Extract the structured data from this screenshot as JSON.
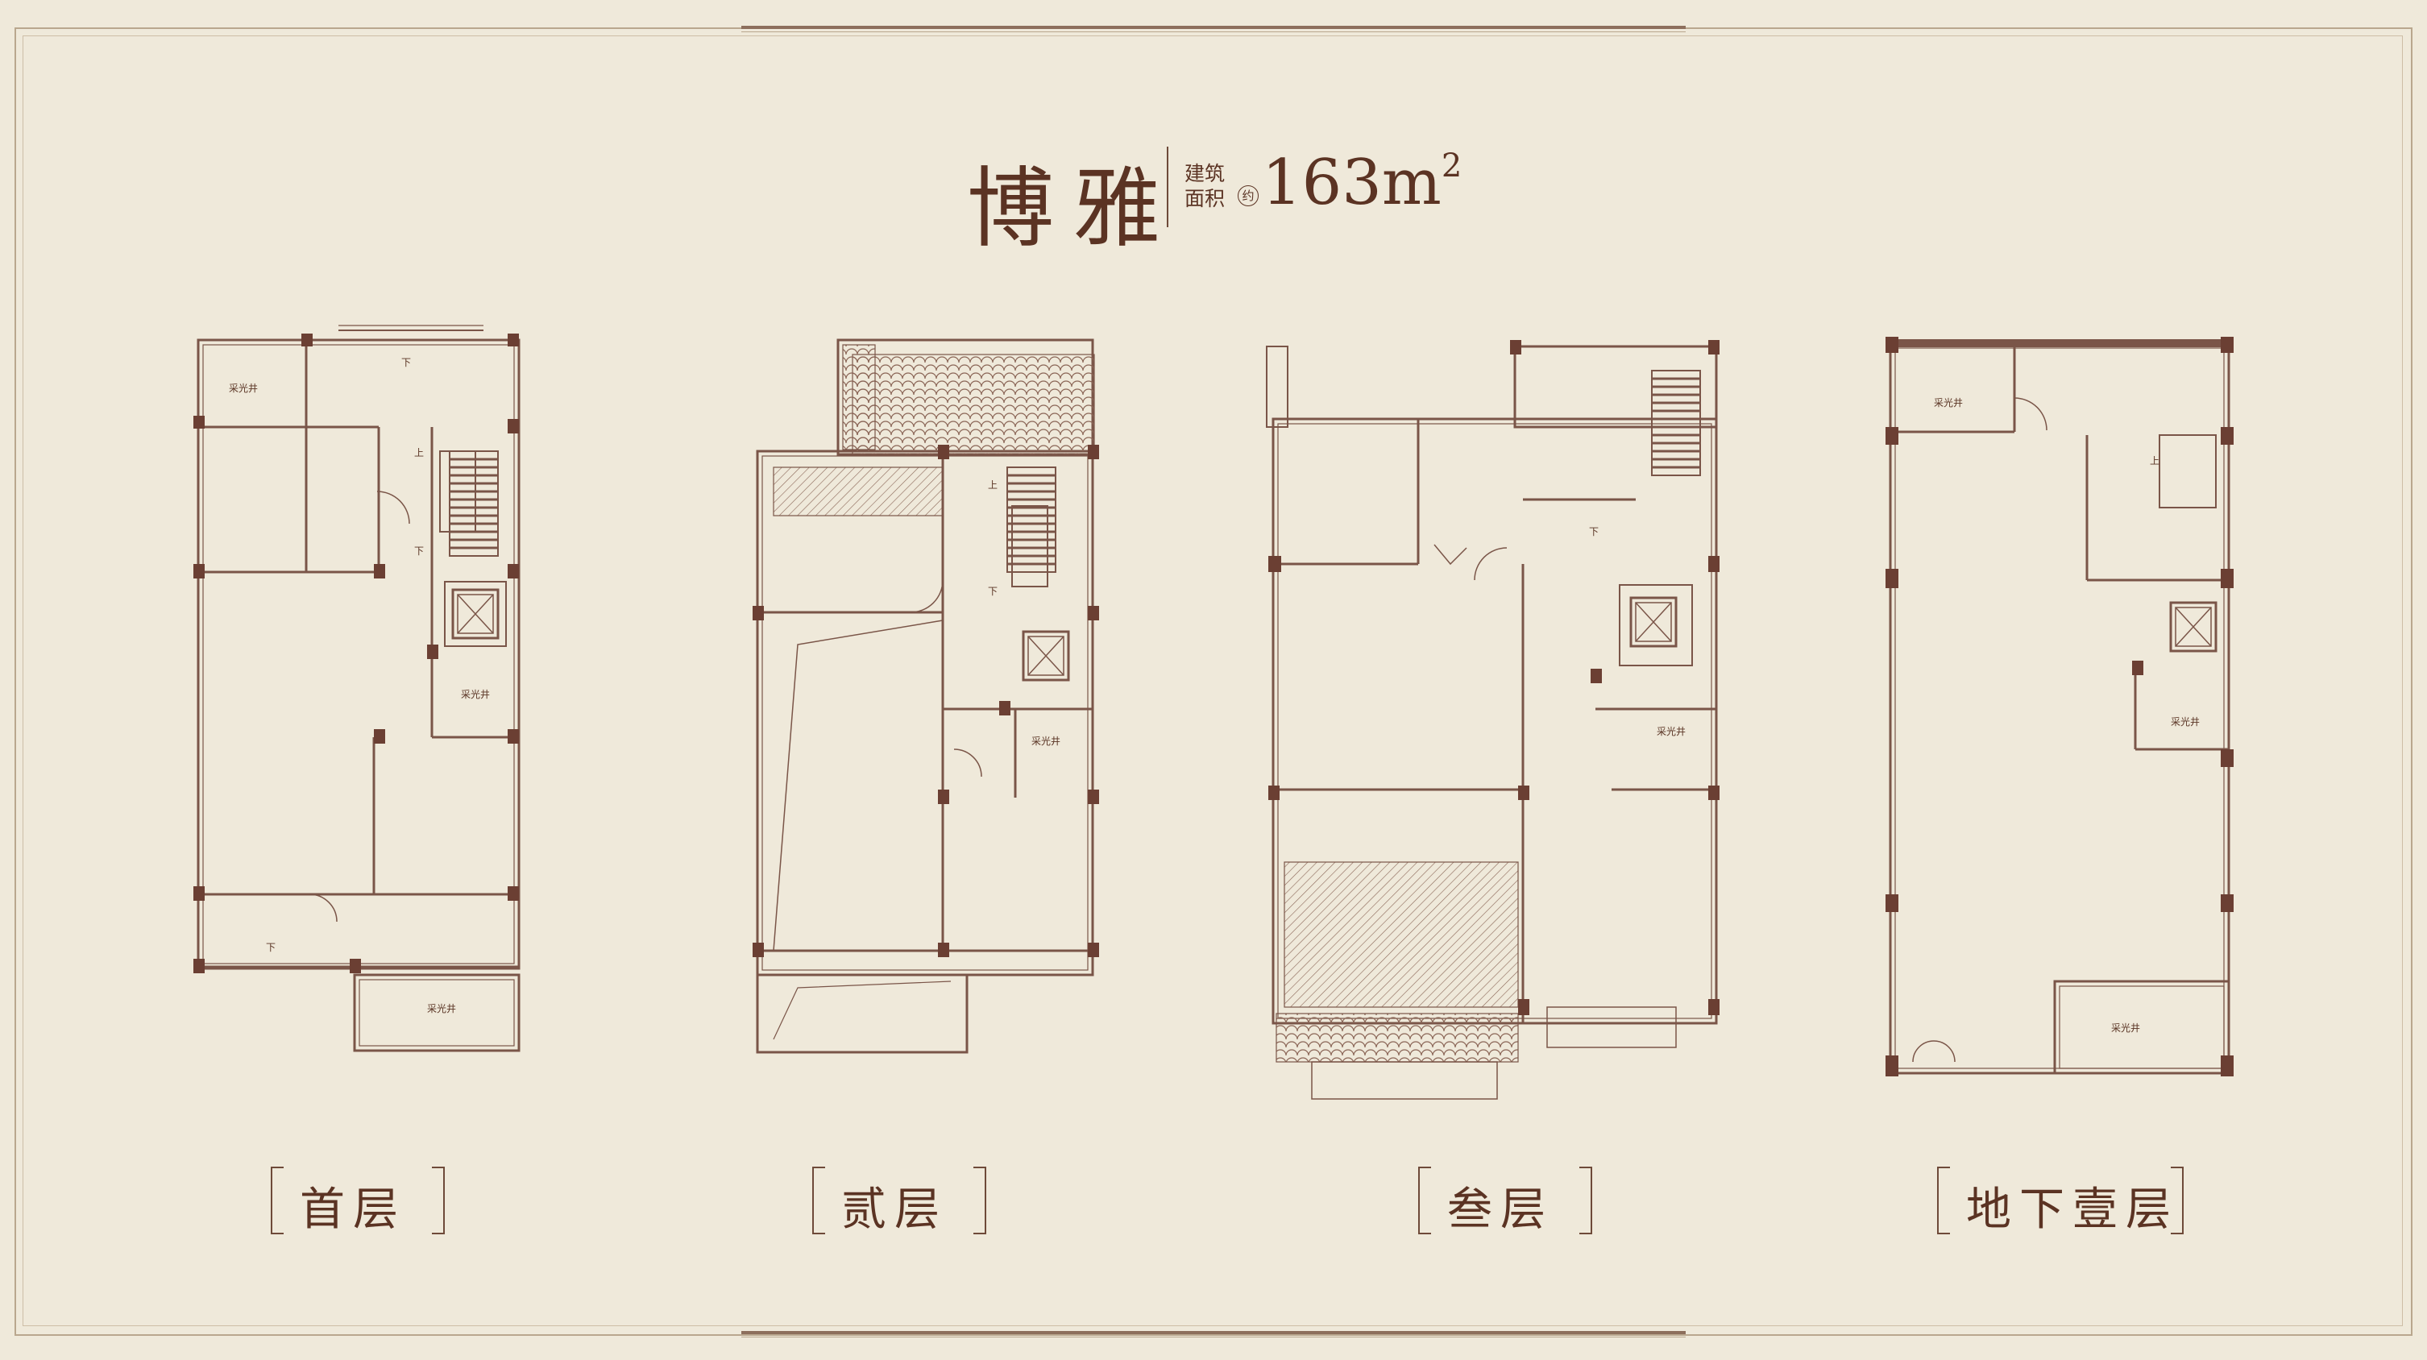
{
  "title": {
    "name": "博雅",
    "label_line1": "建筑",
    "label_line2": "面积",
    "approx": "约",
    "area": "163m",
    "area_sup": "2"
  },
  "floors": [
    {
      "label": "首层",
      "light_well": "采光井",
      "up": "上",
      "down": "下"
    },
    {
      "label": "贰层",
      "light_well": "采光井",
      "up": "上",
      "down": "下"
    },
    {
      "label": "叁层",
      "light_well": "采光井",
      "down": "下"
    },
    {
      "label": "地下壹层",
      "light_well": "采光井",
      "up": "上"
    }
  ],
  "colors": {
    "background": "#efe9da",
    "wall": "#7a5548",
    "column": "#6b3f33",
    "text": "#5b3323"
  }
}
